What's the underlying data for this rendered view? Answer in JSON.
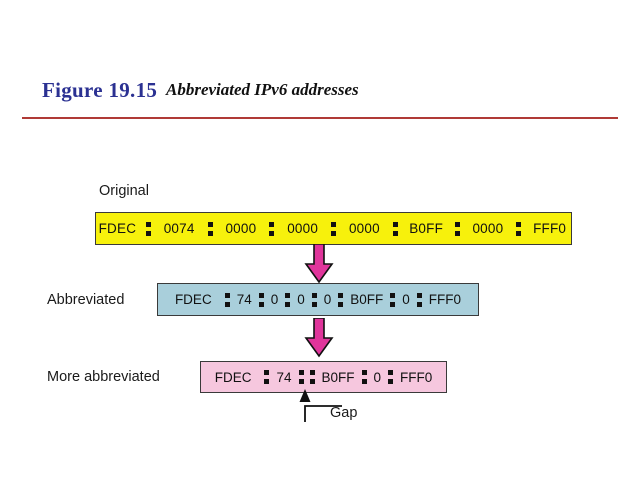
{
  "header": {
    "figure_number": "Figure 19.15",
    "caption": "Abbreviated IPv6 addresses",
    "number_color": "#2b3192",
    "rule_color": "#b03a36"
  },
  "diagram": {
    "title": "Abbreviated IPv6 addresses",
    "rows": [
      {
        "id": "original",
        "label": "Original",
        "fill_color": "#f7f10c",
        "border_color": "#3a3a3a",
        "groups": [
          "FDEC",
          "0074",
          "0000",
          "0000",
          "0000",
          "B0FF",
          "0000",
          "FFF0"
        ],
        "separator": ":",
        "double_colon_after_index": null
      },
      {
        "id": "abbreviated",
        "label": "Abbreviated",
        "fill_color": "#a9cfdb",
        "border_color": "#3a3a3a",
        "groups": [
          "FDEC",
          "74",
          "0",
          "0",
          "0",
          "B0FF",
          "0",
          "FFF0"
        ],
        "separator": ":",
        "double_colon_after_index": null
      },
      {
        "id": "more-abbreviated",
        "label": "More abbreviated",
        "fill_color": "#f6c7de",
        "border_color": "#3a3a3a",
        "groups": [
          "FDEC",
          "74",
          "B0FF",
          "0",
          "FFF0"
        ],
        "separator": ":",
        "double_colon_after_index": 1
      }
    ],
    "arrows": [
      {
        "id": "arrow-1",
        "from": "original",
        "to": "abbreviated",
        "color": "#e0359b",
        "direction": "down"
      },
      {
        "id": "arrow-2",
        "from": "abbreviated",
        "to": "more-abbreviated",
        "color": "#e0359b",
        "direction": "down"
      }
    ],
    "annotation": {
      "label": "Gap",
      "points_to": "more-abbreviated-double-colon"
    }
  }
}
